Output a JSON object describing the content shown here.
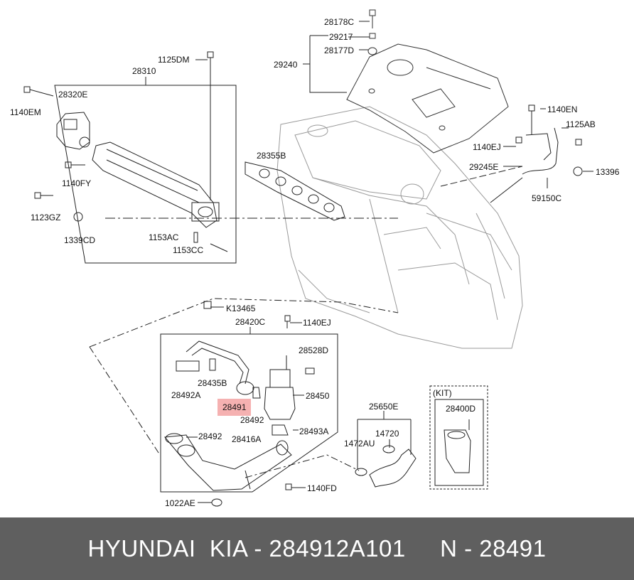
{
  "callouts": {
    "c28178C": "28178C",
    "c29217": "29217",
    "c28177D": "28177D",
    "c29240": "29240",
    "c1125DM": "1125DM",
    "c28310": "28310",
    "c28320E": "28320E",
    "c1140EM": "1140EM",
    "c1140FY": "1140FY",
    "c1123GZ": "1123GZ",
    "c1339CD": "1339CD",
    "c1153AC": "1153AC",
    "c1153CC": "1153CC",
    "c28355B": "28355B",
    "c1140EN": "1140EN",
    "c1125AB": "1125AB",
    "c1140EJ_top": "1140EJ",
    "c29245E": "29245E",
    "c13396": "13396",
    "c59150C": "59150C",
    "cK13465": "K13465",
    "c28420C": "28420C",
    "c1140EJ_mid": "1140EJ",
    "c28528D": "28528D",
    "c28435B": "28435B",
    "c28492A": "28492A",
    "c28450": "28450",
    "c28491": "28491",
    "c28492_a": "28492",
    "c28493A": "28493A",
    "c28492_b": "28492",
    "c28416A": "28416A",
    "c1140FD": "1140FD",
    "c1022AE": "1022AE",
    "c25650E": "25650E",
    "c14720": "14720",
    "c1472AU": "1472AU",
    "kit": "(KIT)",
    "c28400D": "28400D"
  },
  "footer": {
    "text": "HYUNDAI  KIA - 284912A101     N - 28491"
  },
  "colors": {
    "highlight": "#f3a3a3",
    "footer_bg": "#5f5f5f",
    "line": "#222222"
  }
}
